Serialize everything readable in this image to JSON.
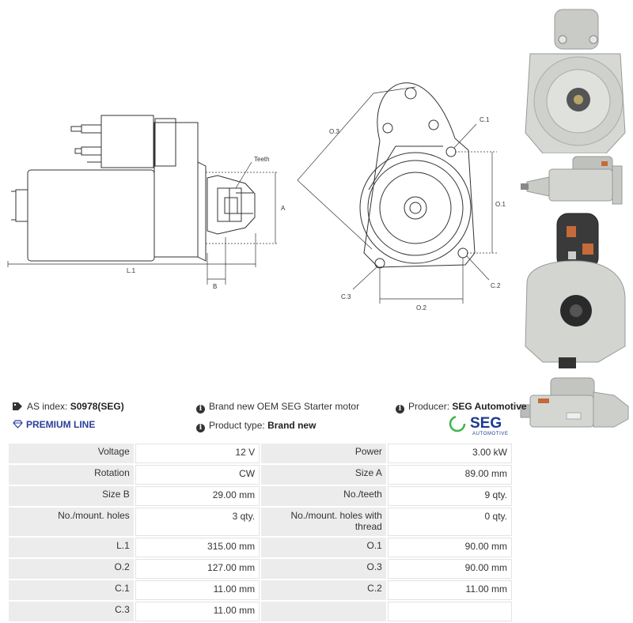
{
  "dimensions": {
    "teeth": "Teeth",
    "a": "A",
    "b": "B",
    "l1": "L.1",
    "o3": "O.3",
    "c1": "C.1",
    "o1": "O.1",
    "c2": "C.2",
    "c3": "C.3",
    "o2": "O.2"
  },
  "info": {
    "as_index_label": "AS index:",
    "as_index_value": "S0978(SEG)",
    "premium_line": "PREMIUM LINE",
    "description": "Brand new OEM SEG Starter motor",
    "product_type_label": "Product type:",
    "product_type_value": "Brand new",
    "producer_label": "Producer:",
    "producer_value": "SEG Automotive"
  },
  "logo": {
    "name": "SEG",
    "sub": "AUTOMOTIVE",
    "brand_color": "#1a3a8f",
    "accent_color": "#3cb44b"
  },
  "specs": {
    "rows": [
      {
        "l1": "Voltage",
        "v1": "12 V",
        "l2": "Power",
        "v2": "3.00 kW"
      },
      {
        "l1": "Rotation",
        "v1": "CW",
        "l2": "Size A",
        "v2": "89.00 mm"
      },
      {
        "l1": "Size B",
        "v1": "29.00 mm",
        "l2": "No./teeth",
        "v2": "9 qty."
      },
      {
        "l1": "No./mount. holes",
        "v1": "3 qty.",
        "l2a": "No./mount. holes with",
        "l2b": "thread",
        "v2": "0 qty."
      },
      {
        "l1": "L.1",
        "v1": "315.00 mm",
        "l2": "O.1",
        "v2": "90.00 mm"
      },
      {
        "l1": "O.2",
        "v1": "127.00 mm",
        "l2": "O.3",
        "v2": "90.00 mm"
      },
      {
        "l1": "C.1",
        "v1": "11.00 mm",
        "l2": "C.2",
        "v2": "11.00 mm"
      },
      {
        "l1": "C.3",
        "v1": "11.00 mm",
        "l2": "",
        "v2": ""
      }
    ]
  }
}
